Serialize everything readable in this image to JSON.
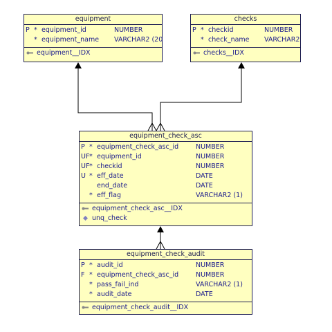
{
  "entities": {
    "equipment": {
      "title": "equipment",
      "columns": [
        {
          "key": "P",
          "req": "*",
          "name": "equipment_id",
          "type": "NUMBER"
        },
        {
          "key": "",
          "req": "*",
          "name": "equipment_name",
          "type": "VARCHAR2 (20"
        }
      ],
      "indexes": [
        {
          "icon": "key-icon",
          "label": "equipment__IDX"
        }
      ]
    },
    "checks": {
      "title": "checks",
      "columns": [
        {
          "key": "P",
          "req": "*",
          "name": "checkid",
          "type": "NUMBER"
        },
        {
          "key": "",
          "req": "*",
          "name": "check_name",
          "type": "VARCHAR2"
        }
      ],
      "indexes": [
        {
          "icon": "key-icon",
          "label": "checks__IDX"
        }
      ]
    },
    "equipment_check_asc": {
      "title": "equipment_check_asc",
      "columns": [
        {
          "key": "P",
          "req": "*",
          "name": "equipment_check_asc_id",
          "type": "NUMBER"
        },
        {
          "key": "UF",
          "req": "*",
          "name": "equipment_id",
          "type": "NUMBER"
        },
        {
          "key": "UF",
          "req": "*",
          "name": "checkid",
          "type": "NUMBER"
        },
        {
          "key": "U",
          "req": "*",
          "name": "eff_date",
          "type": "DATE"
        },
        {
          "key": "",
          "req": "",
          "name": "end_date",
          "type": "DATE"
        },
        {
          "key": "",
          "req": "*",
          "name": "eff_flag",
          "type": "VARCHAR2 (1)"
        }
      ],
      "indexes": [
        {
          "icon": "key-icon",
          "label": "equipment_check_asc__IDX"
        },
        {
          "icon": "diamond-icon",
          "label": "unq_check"
        }
      ]
    },
    "equipment_check_audit": {
      "title": "equipment_check_audit",
      "columns": [
        {
          "key": "P",
          "req": "*",
          "name": "audit_id",
          "type": "NUMBER"
        },
        {
          "key": "F",
          "req": "*",
          "name": "equipment_check_asc_id",
          "type": "NUMBER"
        },
        {
          "key": "",
          "req": "*",
          "name": "pass_fail_ind",
          "type": "VARCHAR2 (1)"
        },
        {
          "key": "",
          "req": "*",
          "name": "audit_date",
          "type": "DATE"
        }
      ],
      "indexes": [
        {
          "icon": "key-icon",
          "label": "equipment_check_audit__IDX"
        }
      ]
    }
  },
  "colors": {
    "fill": "#ffffc0",
    "border": "#1a1a50",
    "text": "#1a1a8c",
    "index_key": "#888888",
    "index_diamond": "#8080c0"
  }
}
